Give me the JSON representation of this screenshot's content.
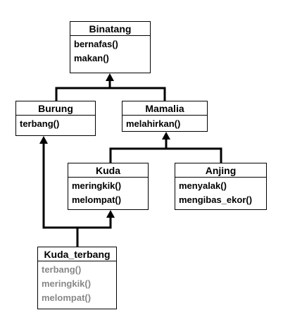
{
  "diagram": {
    "classes": {
      "binatang": {
        "name": "Binatang",
        "methods": [
          "bernafas()",
          "makan()"
        ]
      },
      "burung": {
        "name": "Burung",
        "methods": [
          "terbang()"
        ]
      },
      "mamalia": {
        "name": "Mamalia",
        "methods": [
          "melahirkan()"
        ]
      },
      "kuda": {
        "name": "Kuda",
        "methods": [
          "meringkik()",
          "melompat()"
        ]
      },
      "anjing": {
        "name": "Anjing",
        "methods": [
          "menyalak()",
          "mengibas_ekor()"
        ]
      },
      "kuda_terbang": {
        "name": "Kuda_terbang",
        "methods": [
          "terbang()",
          "meringkik()",
          "melompat()"
        ],
        "methods_color": "#888888"
      }
    },
    "relations": [
      {
        "from": "Burung",
        "to": "Binatang",
        "type": "inheritance"
      },
      {
        "from": "Mamalia",
        "to": "Binatang",
        "type": "inheritance"
      },
      {
        "from": "Kuda",
        "to": "Mamalia",
        "type": "inheritance"
      },
      {
        "from": "Anjing",
        "to": "Mamalia",
        "type": "inheritance"
      },
      {
        "from": "Kuda_terbang",
        "to": "Burung",
        "type": "inheritance"
      },
      {
        "from": "Kuda_terbang",
        "to": "Kuda",
        "type": "inheritance"
      }
    ],
    "line_color": "#000000"
  }
}
